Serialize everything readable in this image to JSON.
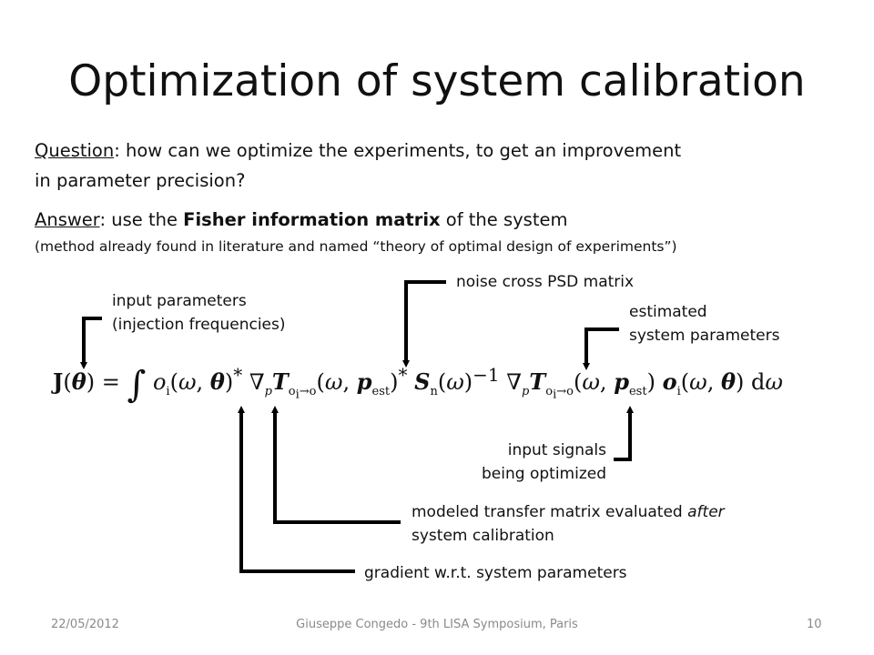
{
  "slide": {
    "title": "Optimization of system calibration",
    "question_label": "Question",
    "question_text": ": how can we optimize the experiments, to get an improvement",
    "question_text2": "in parameter precision?",
    "answer_label": "Answer",
    "answer_pre": ": use the ",
    "answer_bold": "Fisher information matrix",
    "answer_post": " of the system",
    "method_note": "(method already found in literature and named “theory of optimal design of experiments”)"
  },
  "annotations": {
    "input_params_1": "input parameters",
    "input_params_2": "(injection frequencies)",
    "noise_psd": "noise cross PSD matrix",
    "estimated_1": "estimated",
    "estimated_2": "system parameters",
    "input_signals_1": "input signals",
    "input_signals_2": "being optimized",
    "transfer_1": "modeled transfer matrix evaluated ",
    "transfer_italic": "after",
    "transfer_2": "system calibration",
    "gradient": "gradient w.r.t. system parameters"
  },
  "footer": {
    "date": "22/05/2012",
    "event": "Giuseppe Congedo - 9th LISA Symposium, Paris",
    "page": "10"
  }
}
